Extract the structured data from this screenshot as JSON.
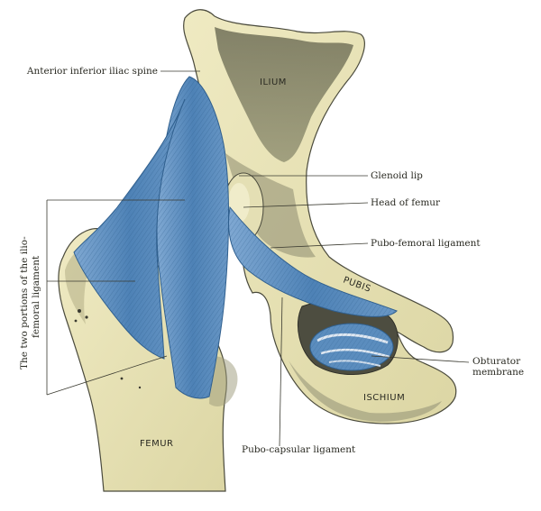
{
  "labels": {
    "anterior_inferior_iliac_spine": "Anterior inferior iliac spine",
    "glenoid_lip": "Glenoid lip",
    "head_of_femur": "Head of femur",
    "pubo_femoral_ligament": "Pubo-femoral ligament",
    "obturator_membrane_line1": "Obturator",
    "obturator_membrane_line2": "membrane",
    "pubo_capsular_ligament": "Pubo-capsular ligament",
    "iliofemoral_line1": "The two portions of the ilio-",
    "iliofemoral_line2": "femoral ligament"
  },
  "bone_labels": {
    "ilium": "ILIUM",
    "pubis": "PUBIS",
    "ischium": "ISCHIUM",
    "femur": "FEMUR"
  },
  "colors": {
    "bone": "#ebe6b9",
    "bone_shadow": "#6e6e56",
    "ligament": "#5b8dbe",
    "ligament_dark": "#2f5f8e",
    "background": "#ffffff"
  }
}
